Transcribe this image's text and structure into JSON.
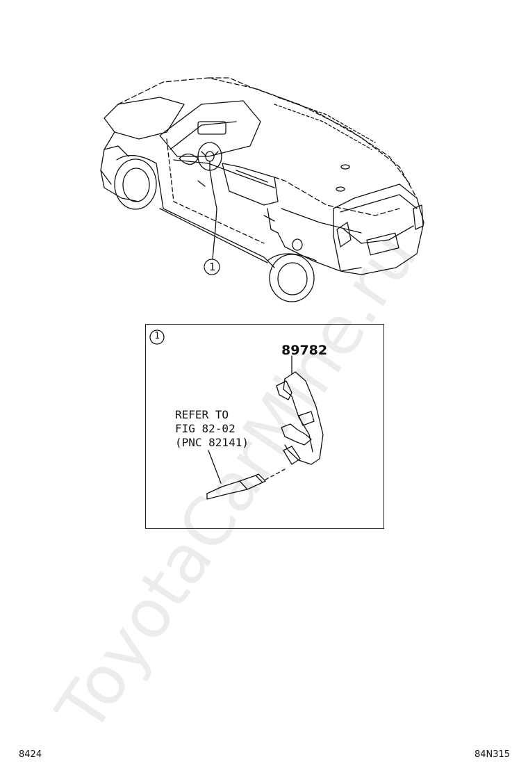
{
  "callouts": {
    "main_view": "1",
    "detail_box": "1"
  },
  "part_number": "89782",
  "reference_note": {
    "line1": "REFER TO",
    "line2": "FIG 82-02",
    "line3": "(PNC 82141)"
  },
  "footer": {
    "left_code": "8424",
    "right_code": "84N315"
  },
  "watermark": "ToyotaCarMine.ru"
}
